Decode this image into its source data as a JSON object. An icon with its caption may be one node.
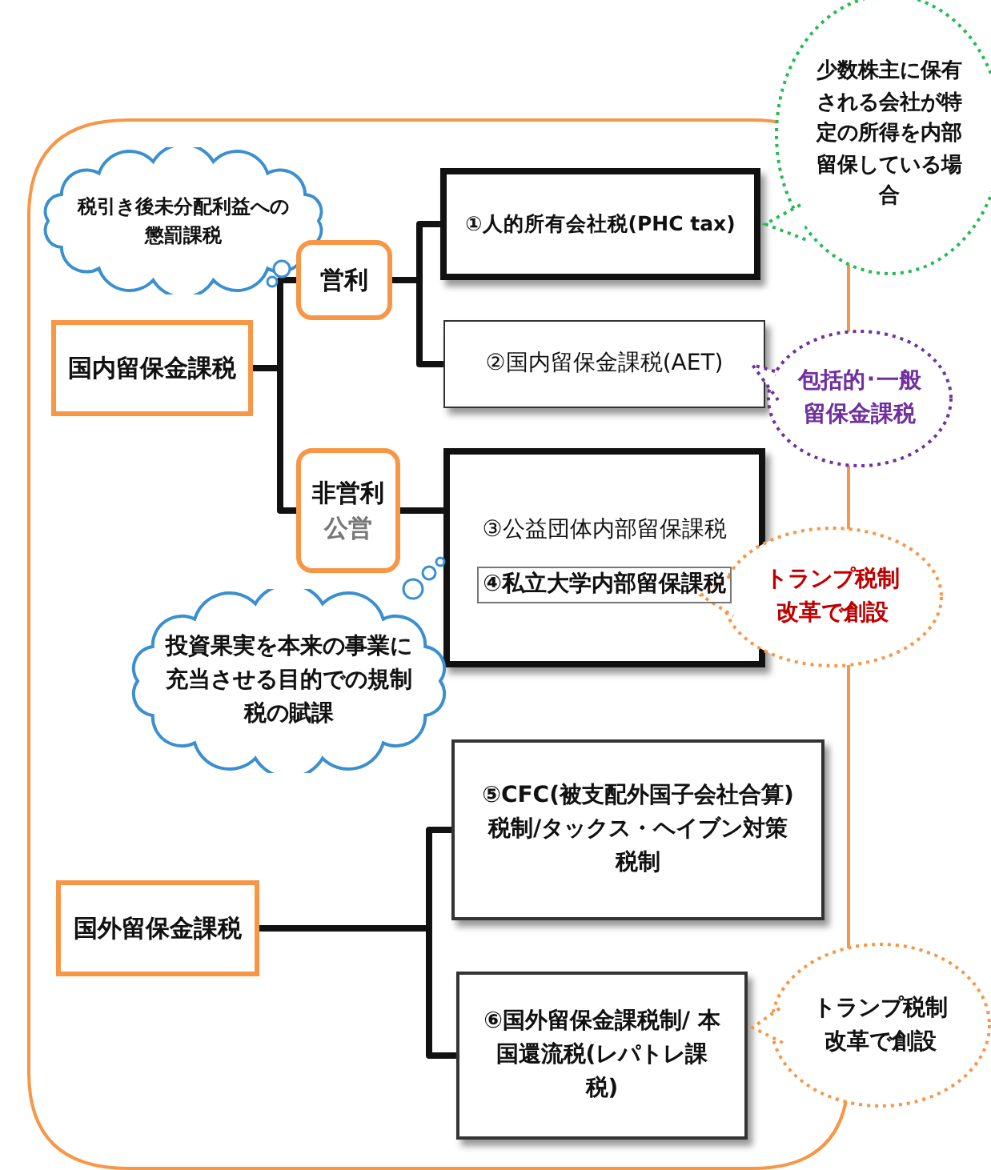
{
  "diagram": {
    "nodes": [
      {
        "text": [
          "税引き後未分配利益への懲罰課税"
        ]
      },
      {
        "text": [
          "国内留保金課税"
        ]
      },
      {
        "text": [
          "営利"
        ]
      },
      {
        "text": [
          "①人的所有会社税(PHC tax)"
        ]
      },
      {
        "text": [
          "②国内留保金課税(AET)"
        ]
      },
      {
        "text": [
          "非営利",
          "公営"
        ]
      },
      {
        "text": [
          "③公益団体内部留保課税",
          "④私立大学内部留保課税"
        ]
      },
      {
        "text": [
          "投資果実を本来の事業に充当させる目的での規制税の賦課"
        ]
      },
      {
        "text": [
          "国外留保金課税"
        ]
      },
      {
        "text": [
          "⑤CFC(被支配外国子会社合算)税制/タックス・ヘイブン対策税制"
        ]
      },
      {
        "text": [
          "⑥国外留保金課税制/ 本国還流税(レパトレ課税)"
        ]
      },
      {
        "text": [
          "少数株主に保有される会社が特定の所得を内部留保している場合"
        ]
      },
      {
        "text": [
          "包括的･一般留保金課税"
        ]
      },
      {
        "text": [
          "トランプ税制改革で創設"
        ]
      },
      {
        "text": [
          "トランプ税制改革で創設"
        ]
      }
    ],
    "edges": [
      {
        "from": 1,
        "to": 2,
        "arrow": "none"
      },
      {
        "from": 1,
        "to": 5,
        "arrow": "none"
      },
      {
        "from": 2,
        "to": 3,
        "arrow": "none"
      },
      {
        "from": 2,
        "to": 4,
        "arrow": "none"
      },
      {
        "from": 5,
        "to": 6,
        "arrow": "none"
      },
      {
        "from": 8,
        "to": 9,
        "arrow": "none"
      },
      {
        "from": 8,
        "to": 10,
        "arrow": "none"
      }
    ]
  }
}
